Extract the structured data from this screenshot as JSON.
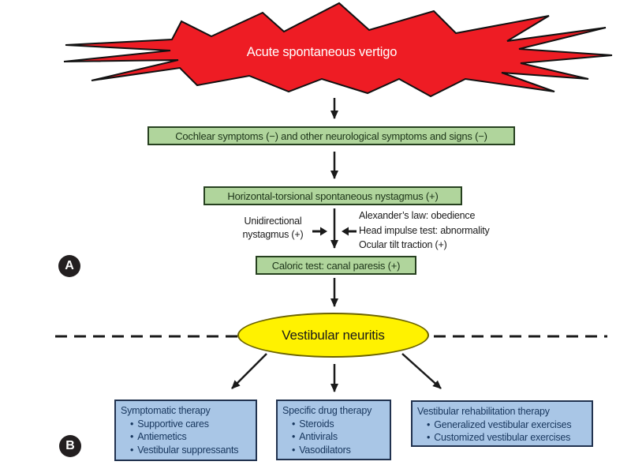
{
  "figure": {
    "panel_a_label": "A",
    "panel_b_label": "B",
    "starburst_label": "Acute spontaneous vertigo",
    "flow_boxes": {
      "cochlear": "Cochlear symptoms (−) and other neurological symptoms and signs (−)",
      "nystagmus": "Horizontal-torsional spontaneous nystagmus (+)",
      "caloric": "Caloric test: canal paresis (+)"
    },
    "left_annotation": {
      "line1": "Unidirectional",
      "line2": "nystagmus (+)"
    },
    "right_annotation": {
      "line1": "Alexander’s law: obedience",
      "line2": "Head impulse test: abnormality",
      "line3": "Ocular tilt traction (+)"
    },
    "diagnosis_label": "Vestibular neuritis",
    "bullet": "•",
    "therapy_boxes": [
      {
        "title": "Symptomatic therapy",
        "items": [
          "Supportive cares",
          "Antiemetics",
          "Vestibular suppressants"
        ]
      },
      {
        "title": "Specific drug therapy",
        "items": [
          "Steroids",
          "Antivirals",
          "Vasodilators"
        ]
      },
      {
        "title": "Vestibular rehabilitation therapy",
        "items": [
          "Generalized vestibular exercises",
          "Customized vestibular exercises"
        ]
      }
    ],
    "colors": {
      "starburst_fill": "#ee1c24",
      "green_box_fill": "#b0d59c",
      "green_box_border": "#26401f",
      "blue_box_fill": "#a9c6e6",
      "blue_box_border": "#21324f",
      "ellipse_fill": "#fff200",
      "ellipse_border": "#6b6300",
      "line_color": "#1a1a1a"
    }
  }
}
